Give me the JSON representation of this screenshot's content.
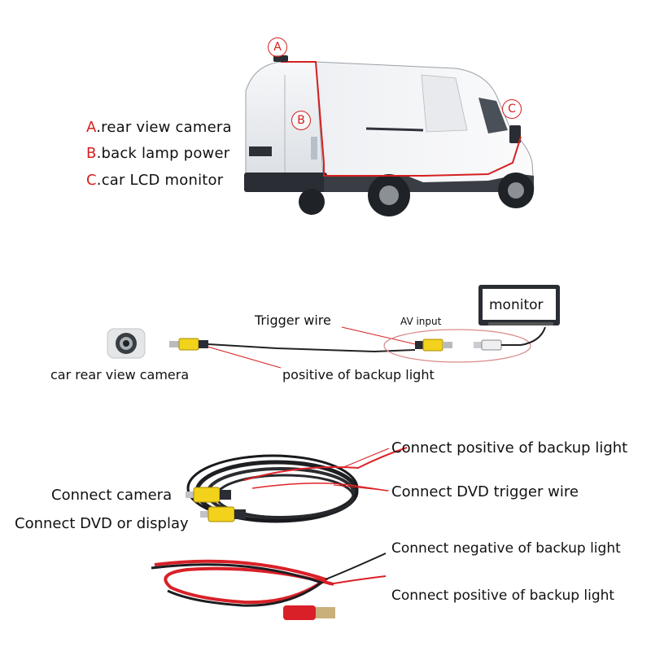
{
  "legend": {
    "items": [
      {
        "letter": "A",
        "text": ".rear view camera"
      },
      {
        "letter": "B",
        "text": ".back lamp power"
      },
      {
        "letter": "C",
        "text": ".car LCD monitor"
      }
    ]
  },
  "van_tags": {
    "a": "A",
    "b": "B",
    "c": "C"
  },
  "wiring": {
    "monitor": "monitor",
    "av_input": "AV input",
    "trigger_wire": "Trigger wire",
    "camera": "car rear view camera",
    "positive": "positive of backup light"
  },
  "cable": {
    "positive_backup": "Connect positive of backup light",
    "dvd_trigger": "Connect DVD trigger wire",
    "camera": "Connect camera",
    "dvd_display": "Connect DVD or display",
    "negative_backup": "Connect negative of backup light",
    "positive_backup_2": "Connect positive of backup light"
  },
  "colors": {
    "accent_red": "#d61f1f",
    "rca_yellow": "#f2d21b",
    "wire_red": "#e0242a"
  }
}
